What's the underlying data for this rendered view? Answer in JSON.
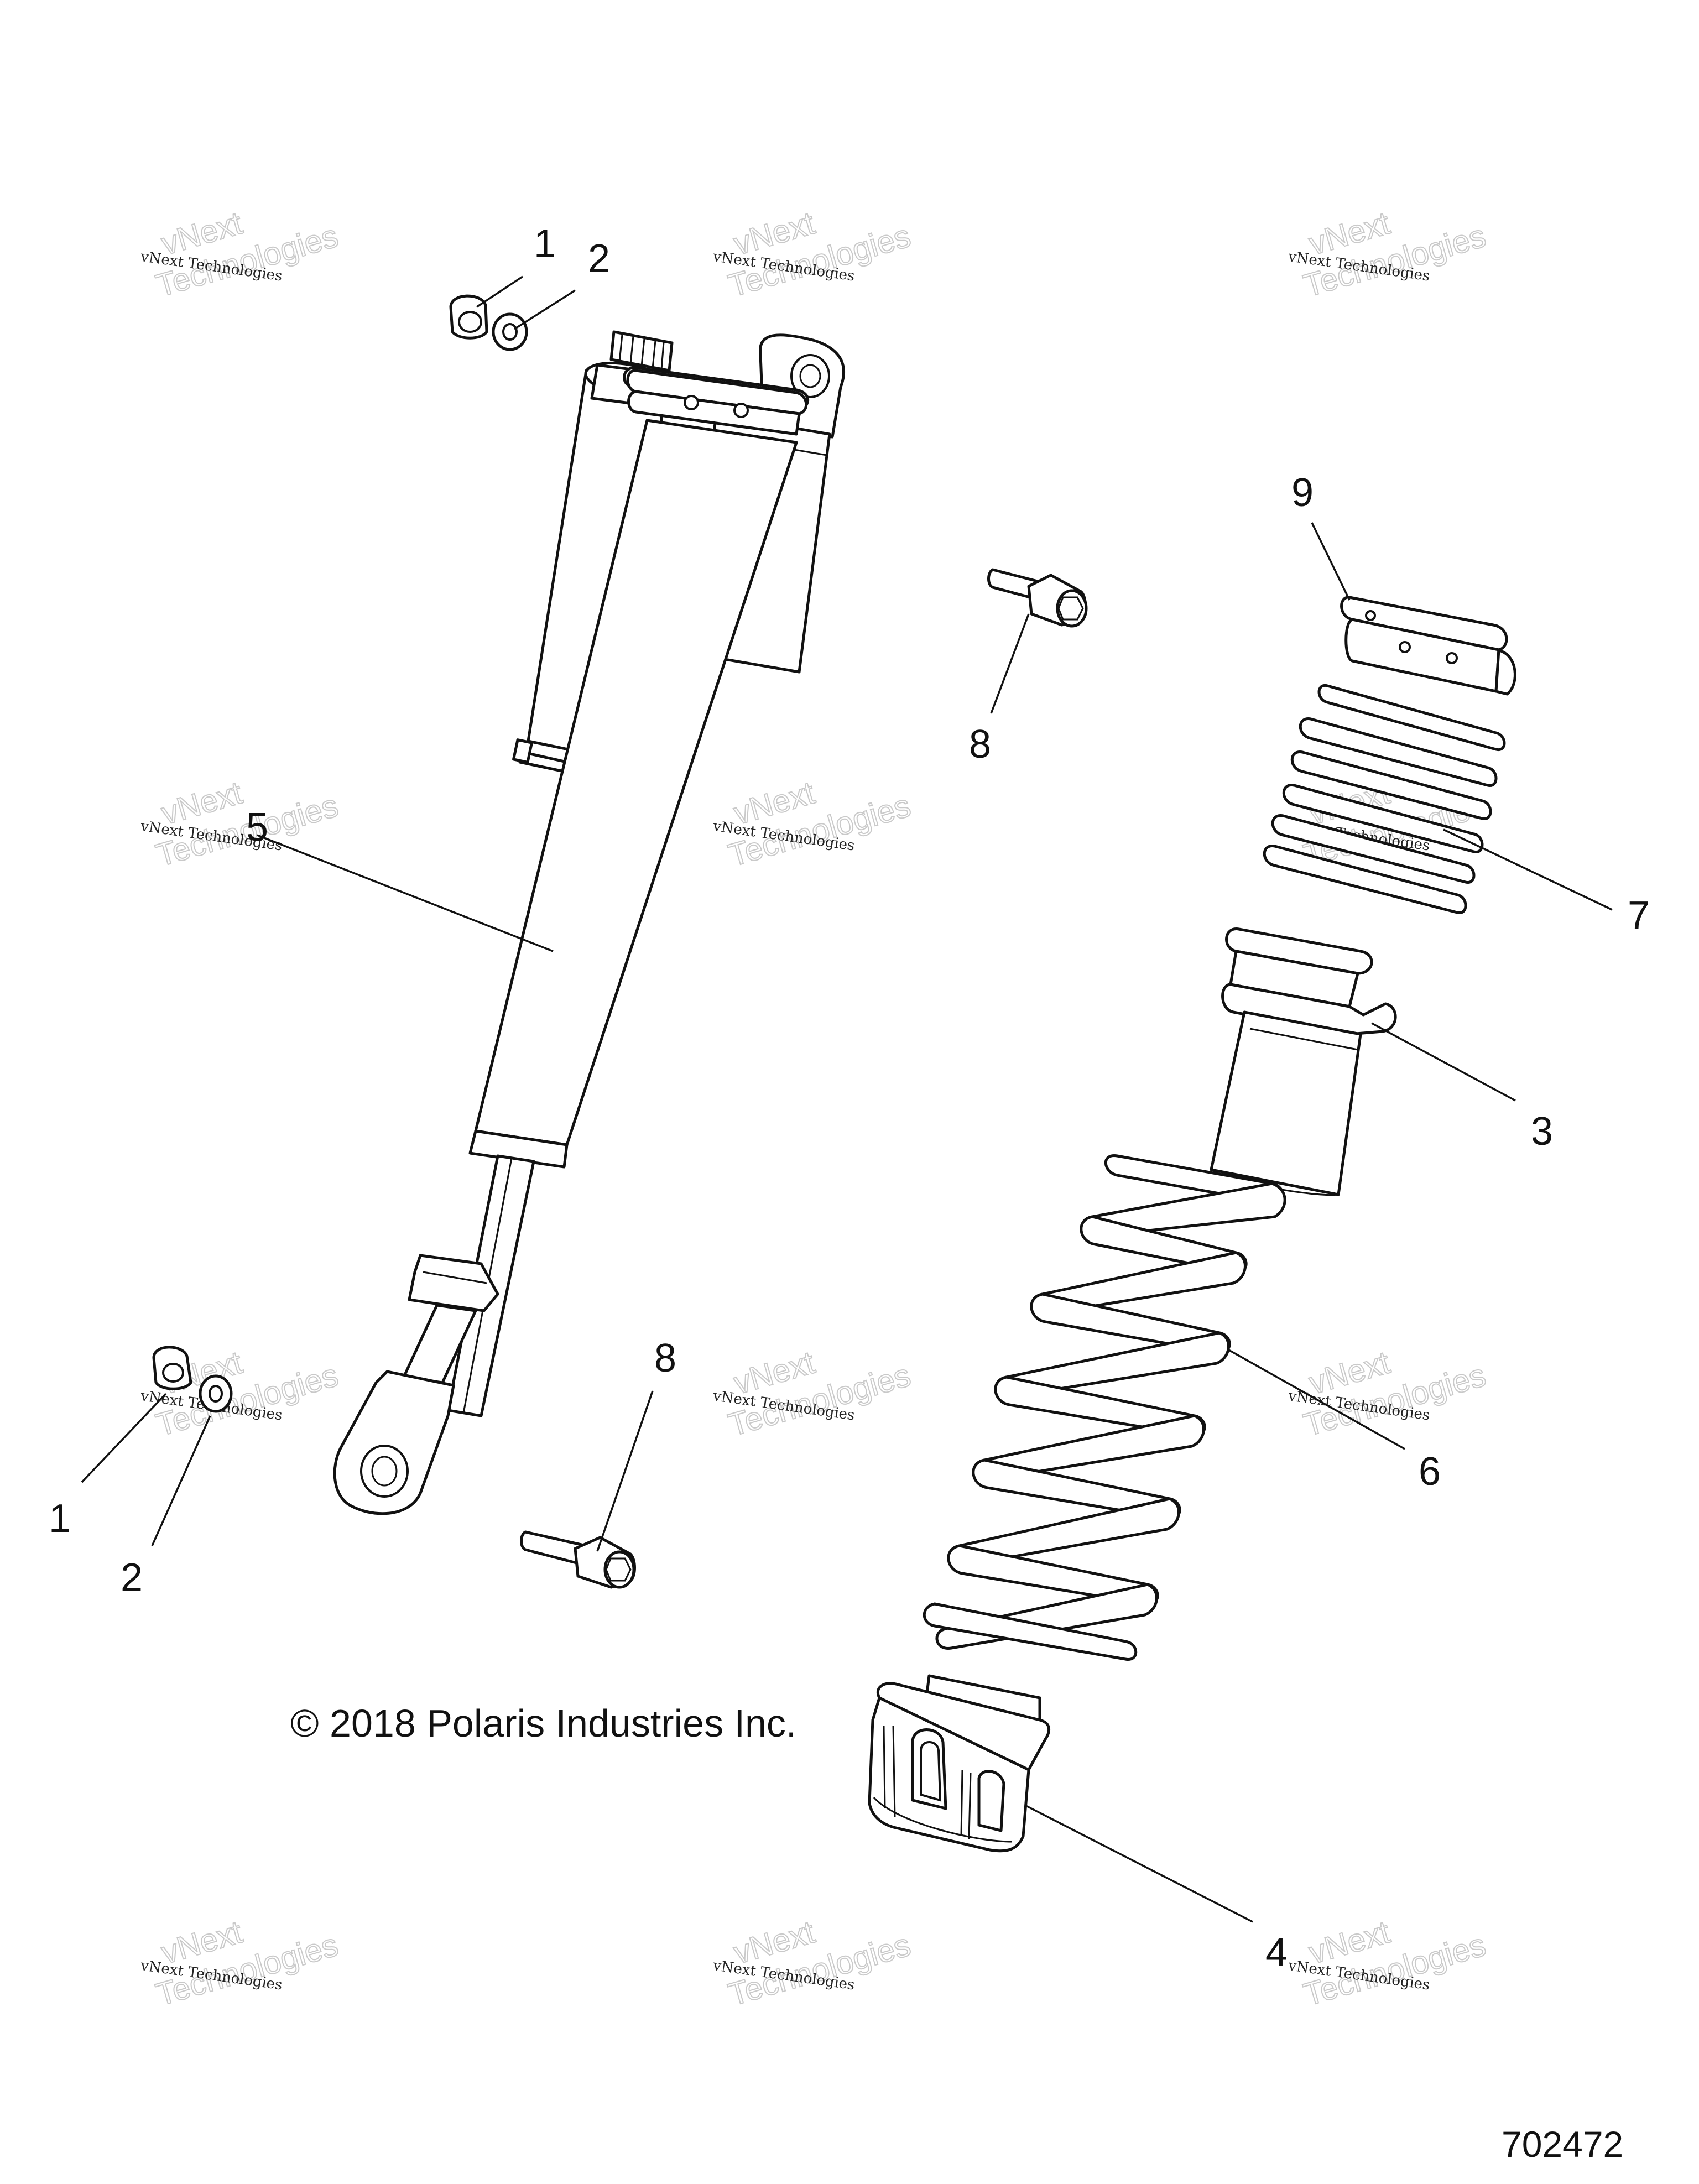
{
  "diagram": {
    "callouts": [
      {
        "id": "c1a",
        "label": "1"
      },
      {
        "id": "c2a",
        "label": "2"
      },
      {
        "id": "c9",
        "label": "9"
      },
      {
        "id": "c8a",
        "label": "8"
      },
      {
        "id": "c5",
        "label": "5"
      },
      {
        "id": "c7",
        "label": "7"
      },
      {
        "id": "c3",
        "label": "3"
      },
      {
        "id": "c8b",
        "label": "8"
      },
      {
        "id": "c6",
        "label": "6"
      },
      {
        "id": "c1b",
        "label": "1"
      },
      {
        "id": "c2b",
        "label": "2"
      },
      {
        "id": "c4",
        "label": "4"
      }
    ],
    "copyright": "© 2018 Polaris Industries Inc.",
    "figure_number": "702472",
    "watermark": {
      "line_small": "vNext Technologies",
      "line_big_1": "vNext",
      "line_big_2": "Technologies"
    }
  }
}
